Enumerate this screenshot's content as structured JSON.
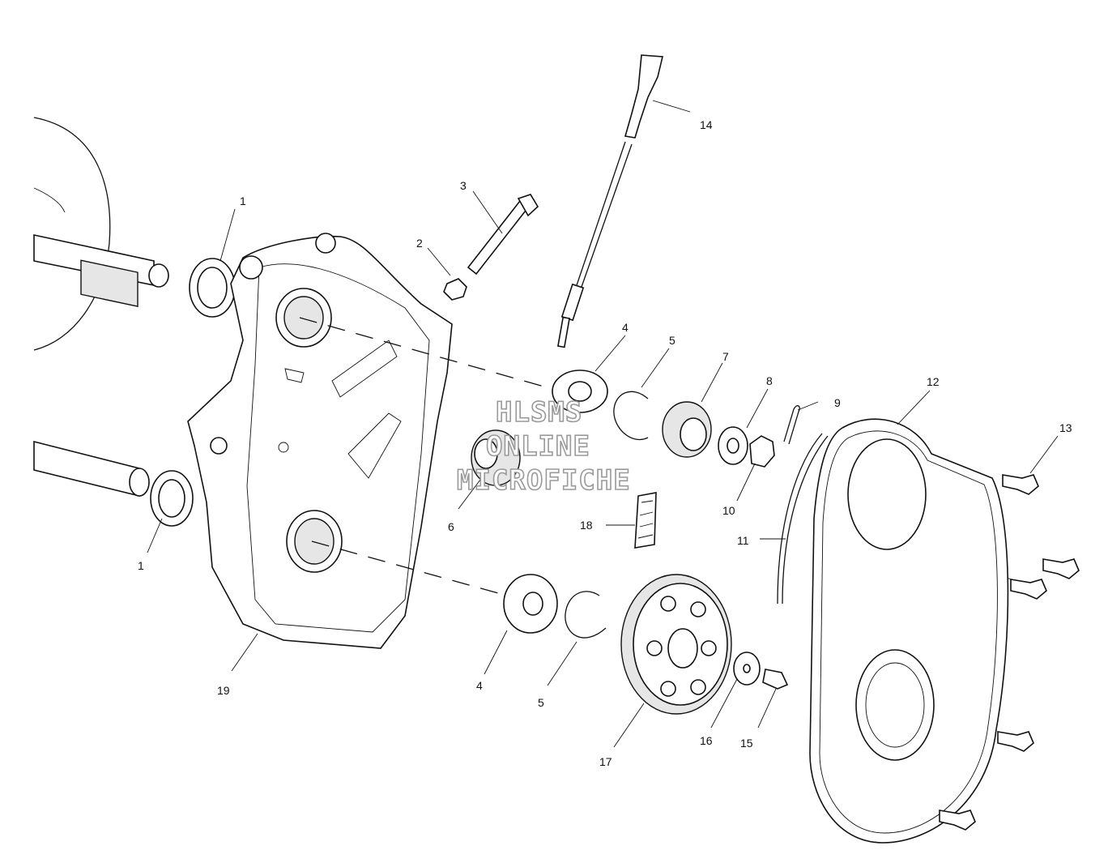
{
  "callouts": {
    "c1a": "1",
    "c1b": "1",
    "c2": "2",
    "c3": "3",
    "c4a": "4",
    "c4b": "4",
    "c5a": "5",
    "c5b": "5",
    "c6": "6",
    "c7": "7",
    "c8": "8",
    "c9": "9",
    "c10": "10",
    "c11": "11",
    "c12": "12",
    "c13": "13",
    "c14": "14",
    "c15": "15",
    "c16": "16",
    "c17": "17",
    "c18": "18",
    "c19": "19"
  },
  "watermark": {
    "line1": "HLSMS",
    "line2": "ONLINE",
    "line3": "MICROFICHE"
  }
}
